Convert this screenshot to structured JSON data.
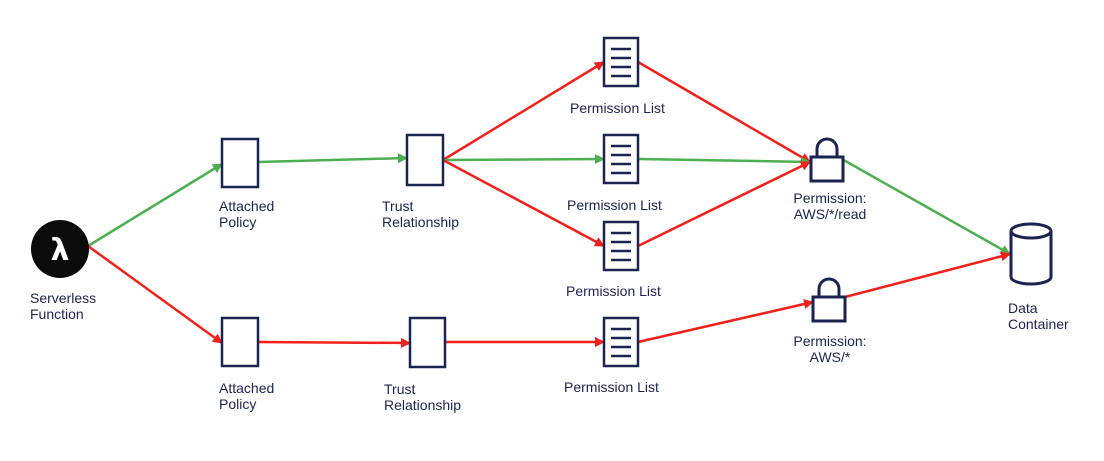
{
  "colors": {
    "green": "#4caf50",
    "red": "#f2201a",
    "navy": "#1b2350",
    "lambda_bg": "#0b0b0b"
  },
  "nodes": {
    "serverless": {
      "line1": "Serverless",
      "line2": "Function",
      "icon": "lambda-icon",
      "glyph": "λ"
    },
    "policy_top": {
      "line1": "Attached",
      "line2": "Policy",
      "icon": "document-icon"
    },
    "policy_bottom": {
      "line1": "Attached",
      "line2": "Policy",
      "icon": "document-icon"
    },
    "trust_top": {
      "line1": "Trust",
      "line2": "Relationship",
      "icon": "document-icon"
    },
    "trust_bottom": {
      "line1": "Trust",
      "line2": "Relationship",
      "icon": "document-icon"
    },
    "perm_list_1": {
      "label": "Permission List",
      "icon": "list-document-icon"
    },
    "perm_list_2": {
      "label": "Permission List",
      "icon": "list-document-icon"
    },
    "perm_list_3": {
      "label": "Permission List",
      "icon": "list-document-icon"
    },
    "perm_list_4": {
      "label": "Permission List",
      "icon": "list-document-icon"
    },
    "permission_read": {
      "line1": "Permission:",
      "line2": "AWS/*/read",
      "icon": "lock-icon"
    },
    "permission_all": {
      "line1": "Permission:",
      "line2": "AWS/*",
      "icon": "lock-icon"
    },
    "data_container": {
      "line1": "Data",
      "line2": "Container",
      "icon": "database-icon"
    }
  },
  "edges": [
    {
      "from": "serverless",
      "to": "policy_top",
      "color": "green"
    },
    {
      "from": "policy_top",
      "to": "trust_top",
      "color": "green"
    },
    {
      "from": "trust_top",
      "to": "perm_list_1",
      "color": "red"
    },
    {
      "from": "trust_top",
      "to": "perm_list_2",
      "color": "green"
    },
    {
      "from": "trust_top",
      "to": "perm_list_3",
      "color": "red"
    },
    {
      "from": "perm_list_1",
      "to": "permission_read",
      "color": "red"
    },
    {
      "from": "perm_list_2",
      "to": "permission_read",
      "color": "green"
    },
    {
      "from": "perm_list_3",
      "to": "permission_read",
      "color": "red"
    },
    {
      "from": "permission_read",
      "to": "data_container",
      "color": "green"
    },
    {
      "from": "serverless",
      "to": "policy_bottom",
      "color": "red"
    },
    {
      "from": "policy_bottom",
      "to": "trust_bottom",
      "color": "red"
    },
    {
      "from": "trust_bottom",
      "to": "perm_list_4",
      "color": "red"
    },
    {
      "from": "perm_list_4",
      "to": "permission_all",
      "color": "red"
    },
    {
      "from": "permission_all",
      "to": "data_container",
      "color": "red"
    }
  ]
}
